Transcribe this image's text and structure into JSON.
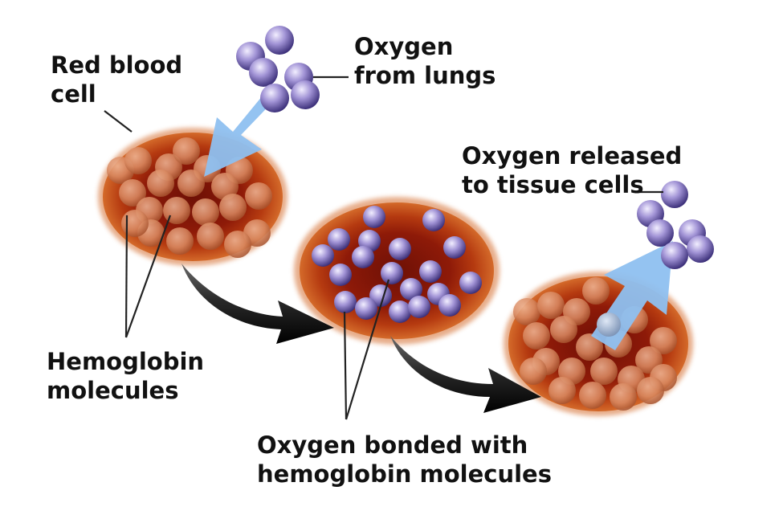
{
  "labels": {
    "red_blood_cell": [
      "Red blood",
      "cell"
    ],
    "oxygen_from_lungs": [
      "Oxygen",
      "from lungs"
    ],
    "oxygen_released": [
      "Oxygen released",
      "to tissue cells"
    ],
    "hemoglobin": [
      "Hemoglobin",
      "molecules"
    ],
    "oxygen_bonded": [
      "Oxygen bonded with",
      "hemoglobin molecules"
    ]
  },
  "colors": {
    "cell_outer": "#b53a10",
    "cell_inner": "#8e1a08",
    "hemoglobin": "#d98a62",
    "oxygen": "#8a78c4",
    "arrow_blue": "#8ec0f0",
    "transition_arrow": "#222222",
    "leader_line": "#222222",
    "text": "#111111"
  }
}
